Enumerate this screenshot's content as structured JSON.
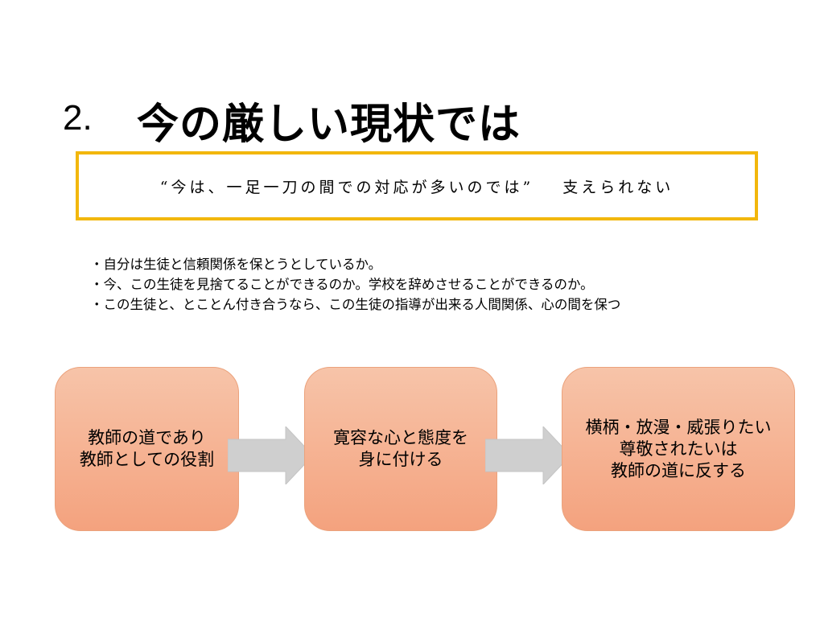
{
  "title": {
    "number": "2.",
    "text": "今の厳しい現状では"
  },
  "quote_box": {
    "quote": "“今は、一足一刀の間での対応が多いのでは”",
    "tail": "支えられない",
    "border_color": "#f2b70c"
  },
  "bullets": [
    "・自分は生徒と信頼関係を保とうとしているか。",
    "・今、この生徒を見捨てることができるのか。学校を辞めさせることができるのか。",
    "・この生徒と、とことん付き合うなら、この生徒の指導が出来る人間関係、心の間を保つ"
  ],
  "flow": [
    {
      "lines": [
        "教師の道であり",
        "教師としての役割"
      ]
    },
    {
      "lines": [
        "寛容な心と態度を",
        "身に付ける"
      ]
    },
    {
      "lines": [
        "横柄・放漫・威張りたい",
        "尊敬されたいは",
        "教師の道に反する"
      ]
    }
  ]
}
